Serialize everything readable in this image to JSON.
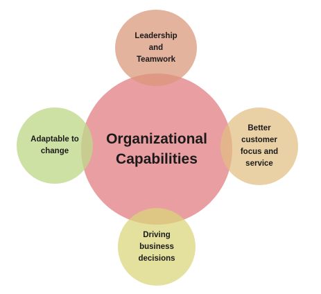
{
  "diagram": {
    "center": {
      "label": "Organizational\nCapabilities",
      "color": "#e1787d"
    },
    "nodes": [
      {
        "id": "top",
        "label": "Leadership\nand\nTeamwork",
        "color": "#d99678"
      },
      {
        "id": "right",
        "label": "Better\ncustomer\nfocus and\nservice",
        "color": "#e2be82"
      },
      {
        "id": "bottom",
        "label": "Driving\nbusiness\ndecisions",
        "color": "#dad678"
      },
      {
        "id": "left",
        "label": "Adaptable to\nchange",
        "color": "#c0d98c"
      }
    ]
  }
}
